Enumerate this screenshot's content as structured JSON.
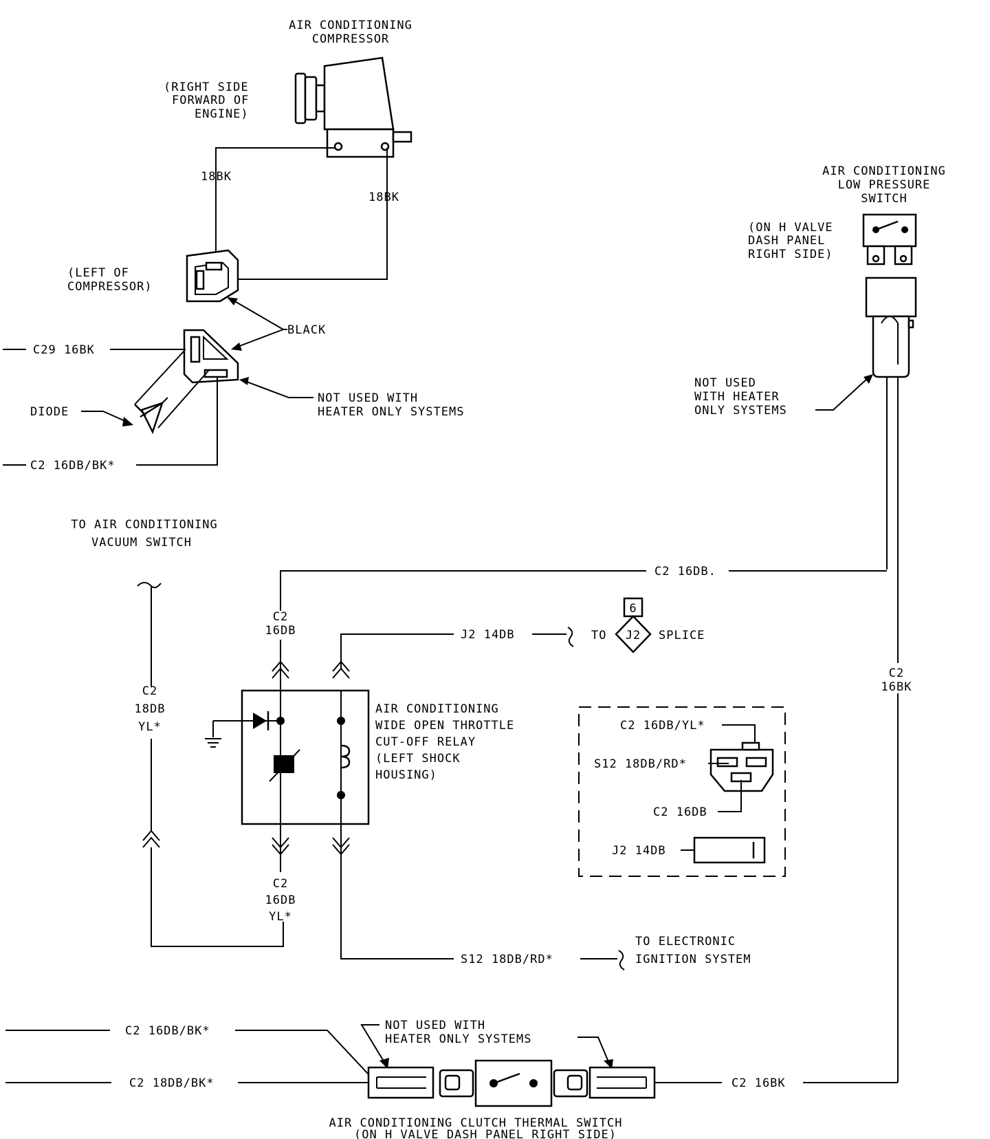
{
  "labels": {
    "compressor_title": [
      "AIR CONDITIONING",
      "COMPRESSOR"
    ],
    "compressor_location": [
      "(RIGHT SIDE",
      "FORWARD OF",
      "ENGINE)"
    ],
    "wire_18bk_left": "18BK",
    "wire_18bk_right": "18BK",
    "connector_location": [
      "(LEFT OF",
      "COMPRESSOR)"
    ],
    "black": "BLACK",
    "c29_wire": "C29 16BK",
    "diode": "DIODE",
    "not_used_1": [
      "NOT USED WITH",
      "HEATER ONLY SYSTEMS"
    ],
    "c2_16db_bk_top": "C2 16DB/BK*",
    "low_pressure_title": [
      "AIR CONDITIONING",
      "LOW PRESSURE",
      "SWITCH"
    ],
    "low_pressure_location": [
      "(ON H VALVE",
      "DASH PANEL",
      "RIGHT SIDE)"
    ],
    "not_used_2": [
      "NOT USED",
      "WITH HEATER",
      "ONLY SYSTEMS"
    ],
    "vacuum_switch": [
      "TO AIR CONDITIONING",
      "VACUUM SWITCH"
    ],
    "c2_16db_top": "C2 16DB.",
    "c2_16db_vertical": [
      "C2",
      "16DB"
    ],
    "j2_14db": "J2 14DB",
    "to": "TO",
    "splice_num": "6",
    "splice_id": "J2",
    "splice": "SPLICE",
    "c2_16bk_vertical": [
      "C2",
      "16BK"
    ],
    "c2_18db_yl_left": [
      "C2",
      "18DB",
      "YL*"
    ],
    "relay_title": [
      "AIR CONDITIONING",
      "WIDE OPEN THROTTLE",
      "CUT-OFF RELAY",
      "(LEFT SHOCK",
      "HOUSING)"
    ],
    "inset_c2_16db_yl": "C2 16DB/YL*",
    "inset_s12_18db_rd": "S12 18DB/RD*",
    "inset_c2_16db": "C2 16DB",
    "inset_j2_14db": "J2 14DB",
    "c2_16db_yl_bottom": [
      "C2",
      "16DB",
      "YL*"
    ],
    "s12_wire": "S12 18DB/RD*",
    "electronic_ignition": [
      "TO ELECTRONIC",
      "IGNITION SYSTEM"
    ],
    "c2_16db_bk_bottom": "C2 16DB/BK*",
    "not_used_3": [
      "NOT USED WITH",
      "HEATER ONLY SYSTEMS"
    ],
    "c2_18db_bk_bottom": "C2 18DB/BK*",
    "c2_16bk_bottom": "C2 16BK",
    "thermal_switch_title": [
      "AIR CONDITIONING CLUTCH THERMAL SWITCH",
      "(ON H VALVE DASH PANEL RIGHT SIDE)"
    ]
  }
}
